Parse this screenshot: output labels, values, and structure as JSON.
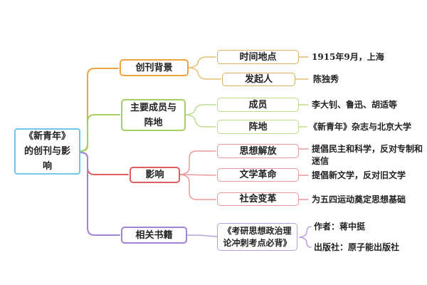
{
  "root": {
    "label": "《新青年》的创刊与影响"
  },
  "branches": [
    {
      "label": "创刊背景",
      "children": [
        {
          "label": "时间地点",
          "note": "1915年9月，上海"
        },
        {
          "label": "发起人",
          "note": "陈独秀"
        }
      ]
    },
    {
      "label": "主要成员与阵地",
      "children": [
        {
          "label": "成员",
          "note": "李大钊、鲁迅、胡适等"
        },
        {
          "label": "阵地",
          "note": "《新青年》杂志与北京大学"
        }
      ]
    },
    {
      "label": "影响",
      "children": [
        {
          "label": "思想解放",
          "note": "提倡民主和科学，反对专制和迷信"
        },
        {
          "label": "文学革命",
          "note": "提倡新文学，反对旧文学"
        },
        {
          "label": "社会变革",
          "note": "为五四运动奠定思想基础"
        }
      ]
    },
    {
      "label": "相关书籍",
      "children": [
        {
          "label": "《考研思想政治理论冲刺考点必背》",
          "notes": [
            "作者：蒋中挺",
            "出版社：原子能出版社"
          ]
        }
      ]
    }
  ],
  "colors": {
    "root_border": "#72c7e8",
    "branch1": "#efa43c",
    "branch1_child": "#d9b25f",
    "branch1_line": "#e2bf75",
    "branch2": "#a6cf62",
    "branch2_child": "#bcd98e",
    "branch2_line": "#bfda93",
    "branch3": "#e25d5d",
    "branch3_child": "#e89b9b",
    "branch4": "#a284d6",
    "branch4_child": "#b9a0dc",
    "text": "#222222"
  }
}
